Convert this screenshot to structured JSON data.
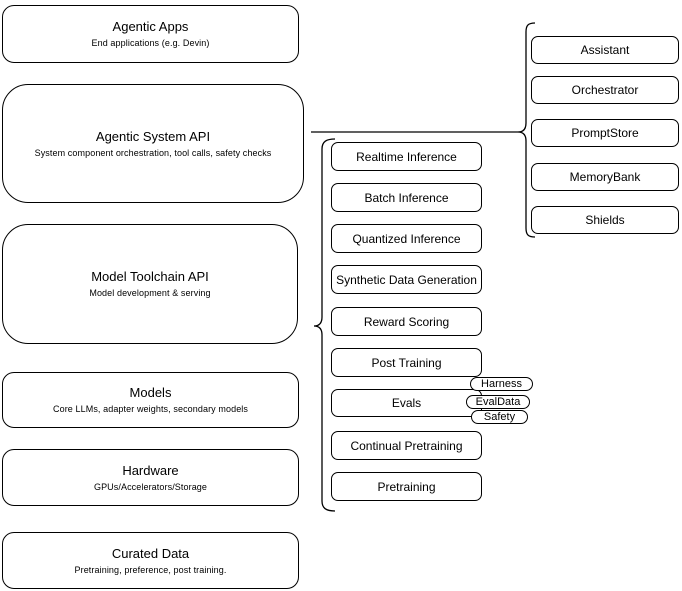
{
  "diagram": {
    "stack": [
      {
        "title": "Agentic Apps",
        "subtitle": "End applications (e.g. Devin)"
      },
      {
        "title": "Agentic System API",
        "subtitle": "System component orchestration, tool calls, safety checks"
      },
      {
        "title": "Model Toolchain API",
        "subtitle": "Model development & serving"
      },
      {
        "title": "Models",
        "subtitle": "Core LLMs, adapter weights, secondary models"
      },
      {
        "title": "Hardware",
        "subtitle": "GPUs/Accelerators/Storage"
      },
      {
        "title": "Curated Data",
        "subtitle": "Pretraining, preference, post training."
      }
    ],
    "toolchain_components": [
      "Realtime Inference",
      "Batch Inference",
      "Quantized Inference",
      "Synthetic Data Generation",
      "Reward Scoring",
      "Post Training",
      "Evals",
      "Continual Pretraining",
      "Pretraining"
    ],
    "evals_tags": [
      "Harness",
      "EvalData",
      "Safety"
    ],
    "system_components": [
      "Assistant",
      "Orchestrator",
      "PromptStore",
      "MemoryBank",
      "Shields"
    ],
    "colors": {
      "stroke": "#000000",
      "fill": "#ffffff",
      "text": "#000000",
      "background": "#ffffff"
    }
  }
}
